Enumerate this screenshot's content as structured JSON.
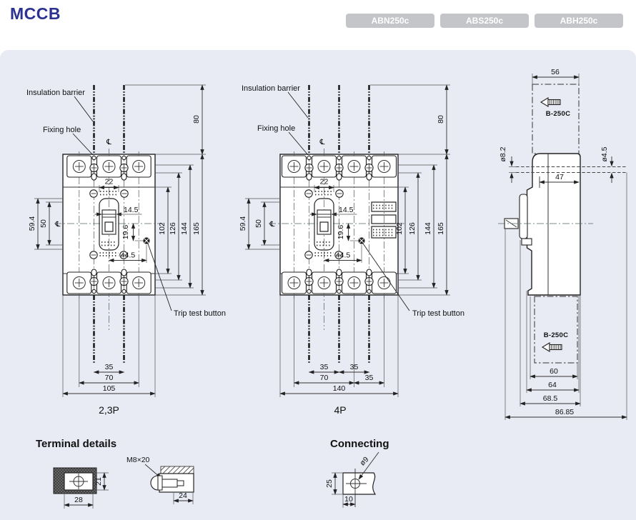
{
  "header": {
    "title": "MCCB",
    "tabs": [
      {
        "label": "ABN250c"
      },
      {
        "label": "ABS250c"
      },
      {
        "label": "ABH250c"
      }
    ]
  },
  "colors": {
    "accent": "#2b3292",
    "tab_bg": "#c3c5c9",
    "panel_bg": "#e8eaf4"
  },
  "front_2_3p": {
    "caption": "2,3P",
    "insulation_barrier_label": "Insulation barrier",
    "fixing_hole_label": "Fixing hole",
    "trip_test_label": "Trip test button",
    "centerline_symbol": "℄",
    "dims": {
      "d80": "80",
      "d22": "22",
      "d59_4": "59.4",
      "d50": "50",
      "d14_5": "14.5",
      "d19_6": "19.6",
      "d44_5": "44.5",
      "d102": "102",
      "d126": "126",
      "d144": "144",
      "d165": "165",
      "d35": "35",
      "d70": "70",
      "d105": "105"
    }
  },
  "front_4p": {
    "caption": "4P",
    "insulation_barrier_label": "Insulation barrier",
    "fixing_hole_label": "Fixing hole",
    "trip_test_label": "Trip test button",
    "centerline_symbol": "℄",
    "dims": {
      "d80": "80",
      "d22": "22",
      "d59_4": "59.4",
      "d50": "50",
      "d14_5": "14.5",
      "d19_6": "19.6",
      "d44_5": "44.5",
      "d102": "102",
      "d126": "126",
      "d144": "144",
      "d165": "165",
      "d35_1": "35",
      "d35_2": "35",
      "d70": "70",
      "d35_3": "35",
      "d140": "140"
    }
  },
  "side_view": {
    "product_marking": "B-250C",
    "dims": {
      "d56": "56",
      "d8_2": "ø8.2",
      "d4_5": "ø4.5",
      "d47": "47",
      "d60": "60",
      "d64": "64",
      "d68_5": "68.5",
      "d86_85": "86.85"
    }
  },
  "terminal_details": {
    "heading": "Terminal details",
    "bolt_label": "M8×20",
    "dims": {
      "d28": "28",
      "d21": "21",
      "d24": "24"
    }
  },
  "connecting": {
    "heading": "Connecting",
    "dims": {
      "d25": "25",
      "d10": "10",
      "d9": "ø9"
    }
  }
}
